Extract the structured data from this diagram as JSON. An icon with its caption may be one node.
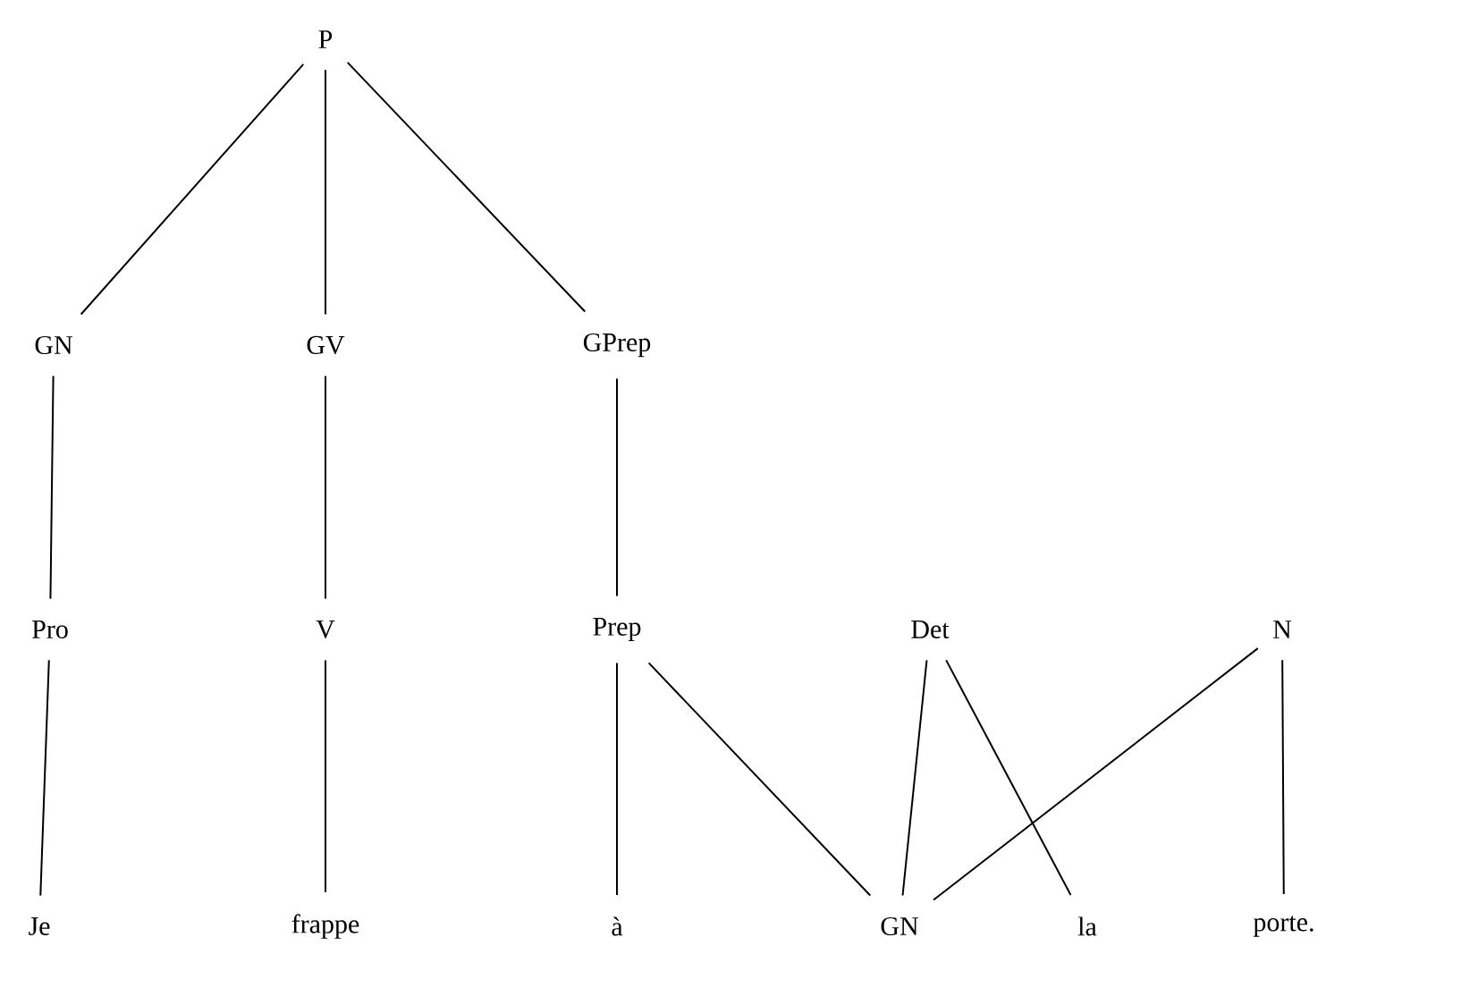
{
  "diagram": {
    "nodes": [
      {
        "text": [
          "P"
        ]
      },
      {
        "text": [
          "GN"
        ]
      },
      {
        "text": [
          "GV"
        ]
      },
      {
        "text": [
          "GPrep"
        ]
      },
      {
        "text": [
          "Pro"
        ]
      },
      {
        "text": [
          "V"
        ]
      },
      {
        "text": [
          "Prep"
        ]
      },
      {
        "text": [
          "Det"
        ]
      },
      {
        "text": [
          "N"
        ]
      },
      {
        "text": [
          "Je"
        ]
      },
      {
        "text": [
          "frappe"
        ]
      },
      {
        "text": [
          "à"
        ]
      },
      {
        "text": [
          "GN"
        ]
      },
      {
        "text": [
          "la"
        ]
      },
      {
        "text": [
          "porte."
        ]
      }
    ],
    "edges": [
      {
        "from": 0,
        "to": 1,
        "arrow": "none"
      },
      {
        "from": 0,
        "to": 2,
        "arrow": "none"
      },
      {
        "from": 0,
        "to": 3,
        "arrow": "none"
      },
      {
        "from": 1,
        "to": 4,
        "arrow": "none"
      },
      {
        "from": 2,
        "to": 5,
        "arrow": "none"
      },
      {
        "from": 3,
        "to": 6,
        "arrow": "none"
      },
      {
        "from": 4,
        "to": 9,
        "arrow": "none"
      },
      {
        "from": 5,
        "to": 10,
        "arrow": "none"
      },
      {
        "from": 6,
        "to": 11,
        "arrow": "none"
      },
      {
        "from": 6,
        "to": 12,
        "arrow": "none"
      },
      {
        "from": 7,
        "to": 12,
        "arrow": "none"
      },
      {
        "from": 7,
        "to": 13,
        "arrow": "none"
      },
      {
        "from": 8,
        "to": 12,
        "arrow": "none"
      },
      {
        "from": 8,
        "to": 14,
        "arrow": "none"
      }
    ]
  }
}
